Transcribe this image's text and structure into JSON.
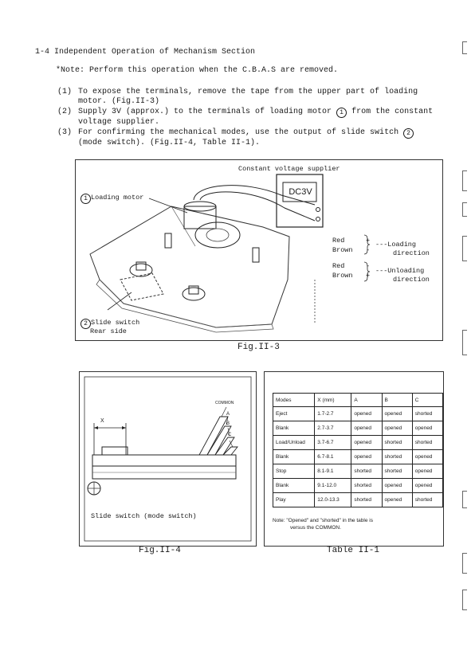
{
  "section_title": "1-4 Independent Operation of Mechanism Section",
  "note": "*Note: Perform this operation when the C.B.A.S are removed.",
  "steps": [
    {
      "num": "(1)",
      "line1": "To expose the terminals, remove the tape from the upper part of loading",
      "line2": "motor. (Fig.II-3)"
    },
    {
      "num": "(2)",
      "line1_a": "Supply 3V (approx.) to the terminals of loading motor ",
      "circ": "1",
      "line1_b": " from the constant",
      "line2": "voltage supplier."
    },
    {
      "num": "(3)",
      "line1_a": "For confirming the mechanical modes, use the output of slide switch ",
      "circ": "2",
      "line2": "(mode switch). (Fig.II-4, Table II-1)."
    }
  ],
  "fig3": {
    "supplier_label": "Constant voltage supplier",
    "display": "DC3V",
    "motor_circ": "1",
    "motor_label": "Loading motor",
    "switch_circ": "2",
    "switch_label": "Slide switch",
    "switch_sub": "Rear side",
    "loading": {
      "row1_color": "Red",
      "row1_sign": "+",
      "row2_color": "Brown",
      "row2_sign": "-",
      "label1": "---Loading",
      "label2": "direction"
    },
    "unloading": {
      "row1_color": "Red",
      "row1_sign": "-",
      "row2_color": "Brown",
      "row2_sign": "+",
      "label1": "---Unloading",
      "label2": "direction"
    },
    "caption": "Fig.II-3"
  },
  "fig4": {
    "common": "COMMON",
    "a": "A",
    "b": "B",
    "c": "C",
    "x": "X",
    "label": "Slide switch (mode switch)",
    "caption": "Fig.II-4"
  },
  "table": {
    "headers": [
      "Modes",
      "X (mm)",
      "A",
      "B",
      "C"
    ],
    "rows": [
      [
        "Eject",
        "1.7-2.7",
        "opened",
        "opened",
        "shorted"
      ],
      [
        "Blank",
        "2.7-3.7",
        "opened",
        "opened",
        "opened"
      ],
      [
        "Load/Unload",
        "3.7-6.7",
        "opened",
        "shorted",
        "shorted"
      ],
      [
        "Blank",
        "6.7-8.1",
        "opened",
        "shorted",
        "opened"
      ],
      [
        "Stop",
        "8.1-9.1",
        "shorted",
        "shorted",
        "opened"
      ],
      [
        "Blank",
        "9.1-12.0",
        "shorted",
        "opened",
        "opened"
      ],
      [
        "Play",
        "12.0-13.3",
        "shorted",
        "opened",
        "shorted"
      ]
    ],
    "note_line1": "Note: \"Opened\" and \"shorted\" in the table is",
    "note_line2": "versus the COMMON.",
    "caption": "Table II-1"
  }
}
